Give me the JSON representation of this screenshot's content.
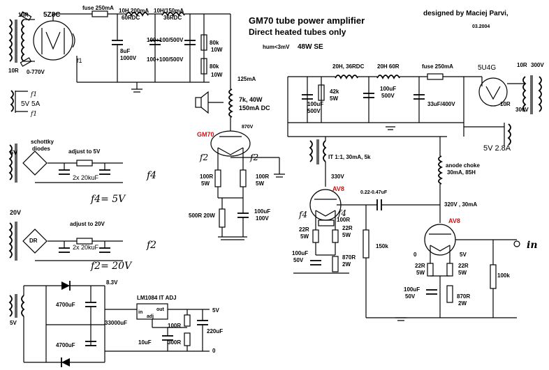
{
  "title": {
    "line1": "GM70 tube power amplifier",
    "line2": "Direct heated tubes only"
  },
  "designer": "designed by Maciej Parvi,",
  "date": "03.2004",
  "hum": "hum<3mV",
  "power": "48W SE",
  "hv_supply": {
    "transformer_top": "10R",
    "transformer_bottom": "10R",
    "voltage": "0-770V",
    "rectifier": "5Z8C",
    "filament": "f1",
    "heater_winding": "5V 5A",
    "fuse": "fuse 250mA",
    "choke1": "10H.200mA",
    "choke1b": "60RDC",
    "choke2": "10H/150mA",
    "choke2b": "36RDC",
    "cap1": "8uF",
    "cap1b": "1000V",
    "cap2": "100+100/500V",
    "cap3": "100+100/500V",
    "r1": "80k",
    "r1w": "10W",
    "r2": "80k",
    "r2w": "10W",
    "current": "125mA"
  },
  "output": {
    "speaker": "7k, 40W",
    "speaker2": "150mA DC",
    "plate_v": "870V",
    "tube": "GM70",
    "r_left": "100R",
    "r_left_w": "5W",
    "r_right": "100R",
    "r_right_w": "5W",
    "r_bottom": "500R 20W",
    "c_bottom": "100uF",
    "c_bottom_v": "100V"
  },
  "driver_supply": {
    "choke1": "20H, 36RDC",
    "choke2": "20H 60R",
    "fuse": "fuse 250mA",
    "r1": "42k",
    "r1w": "5W",
    "c1": "100uF",
    "c1v": "500V",
    "c2": "100uF",
    "c2v": "500V",
    "c3": "33uF/400V",
    "rect": "5U4G",
    "r10a": "10R",
    "v300a": "300V",
    "r10b": "10R",
    "v300b": "300V",
    "heater": "5V 2.8A"
  },
  "interstage": {
    "label": "IT 1:1, 30mA, 5k",
    "v": "330V",
    "tube": "AV8",
    "coupling": "0.22-0.47uF",
    "choke": "anode choke",
    "choke2": "30mA, 85H",
    "v2": "320V , 30mA",
    "r22a": "22R",
    "r22aw": "5W",
    "r22b": "22R",
    "r22bw": "5W",
    "pot": "100R",
    "c100": "100uF",
    "c100v": "50V",
    "r870": "870R",
    "r870w": "2W",
    "r150": "150k"
  },
  "input": {
    "tube": "AV8",
    "zero": "0",
    "five": "5V",
    "label": "in",
    "r22a": "22R",
    "r22aw": "5W",
    "r22b": "22R",
    "r22bw": "5W",
    "c100": "100uF",
    "c100v": "50V",
    "r870": "870R",
    "r870w": "2W",
    "r100k": "100k"
  },
  "heater1": {
    "v": "5V",
    "schottky": "schottky",
    "diodes": "diodes",
    "adjust": "adjust to 5V",
    "caps": "2x 20kuF",
    "f4": "f4",
    "f4eq": "f4= 5V"
  },
  "heater2": {
    "v": "20V",
    "adjust": "adjust to 20V",
    "caps": "2x 20kuF",
    "f2": "f2",
    "f2eq": "f2= 20V",
    "dr": "DR"
  },
  "lowv": {
    "v_out": "8.3V",
    "cap_a": "4700uF",
    "cap_b": "4700uF",
    "cap_c": "33000uF",
    "in_v": "5V",
    "reg": "LM1084 IT ADJ",
    "pin_in": "in",
    "pin_out": "out",
    "pin_adj": "adj",
    "r100": "100R",
    "r300": "300R",
    "c10": "10uF",
    "c220": "220uF",
    "out_v": "5V",
    "zero": "0"
  },
  "filament_labels": {
    "f1": "f1",
    "f2a": "f2",
    "f2b": "f2",
    "f4a": "f4",
    "f4b": "f4"
  }
}
